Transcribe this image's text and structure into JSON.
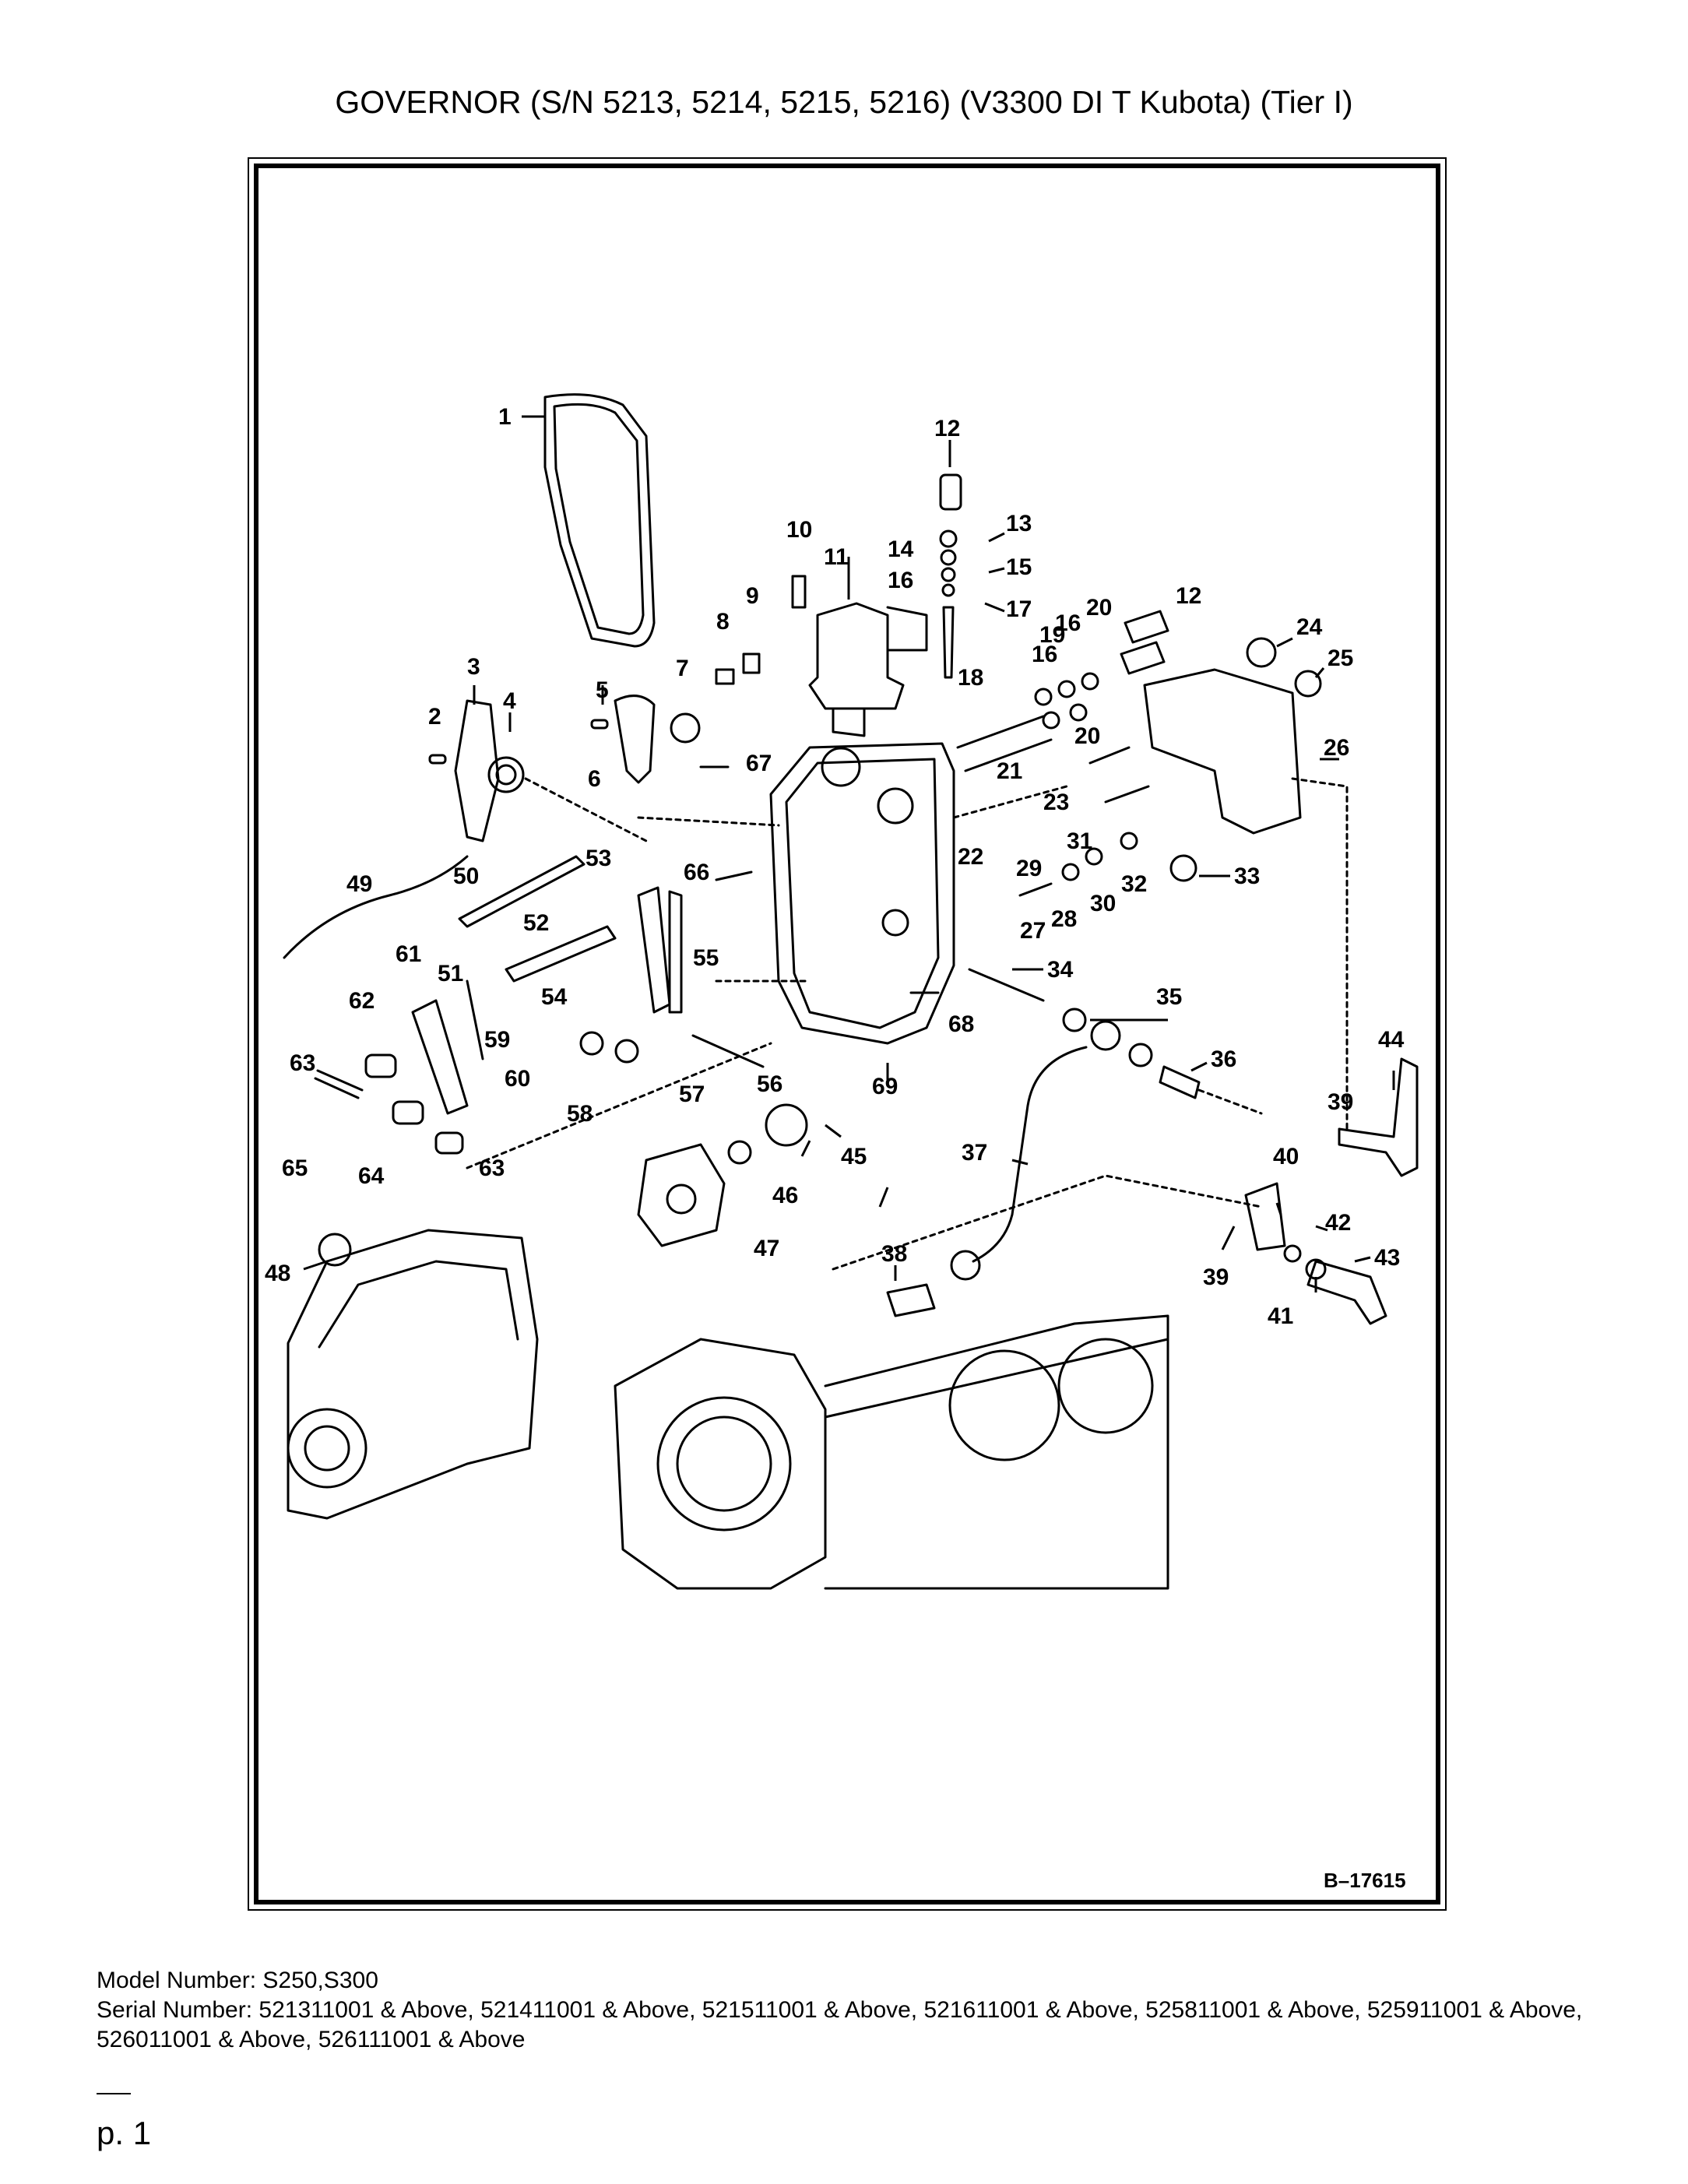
{
  "title": "GOVERNOR (S/N 5213, 5214, 5215, 5216) (V3300 DI T Kubota) (Tier I)",
  "drawing_id": "B–17615",
  "callouts": [
    "1",
    "2",
    "3",
    "4",
    "5",
    "6",
    "7",
    "8",
    "9",
    "10",
    "11",
    "12",
    "12",
    "13",
    "14",
    "15",
    "16",
    "16",
    "16",
    "17",
    "18",
    "19",
    "20",
    "20",
    "21",
    "22",
    "23",
    "24",
    "25",
    "26",
    "27",
    "28",
    "29",
    "30",
    "31",
    "32",
    "33",
    "34",
    "35",
    "36",
    "37",
    "38",
    "39",
    "39",
    "40",
    "41",
    "42",
    "43",
    "44",
    "45",
    "46",
    "47",
    "48",
    "49",
    "50",
    "51",
    "52",
    "53",
    "54",
    "55",
    "56",
    "57",
    "58",
    "59",
    "60",
    "61",
    "62",
    "63",
    "63",
    "64",
    "65",
    "66",
    "67",
    "68",
    "69"
  ],
  "footer": {
    "model_number": "Model Number: S250,S300",
    "serial_number": "Serial Number: 521311001 & Above, 521411001 & Above, 521511001 & Above, 521611001 & Above, 525811001 & Above, 525911001 & Above, 526011001 & Above, 526111001 & Above"
  },
  "page": "p. 1"
}
